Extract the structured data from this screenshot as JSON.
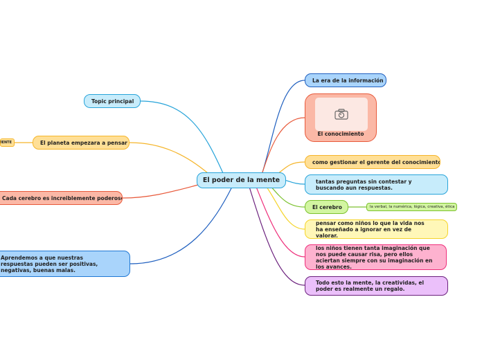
{
  "center": {
    "label": "El poder de la mente"
  },
  "left": {
    "topic": "Topic principal",
    "planeta": "El planeta empezara a pensar",
    "planeta_child": "MENTE",
    "cerebro": "Cada cerebro es increiblemente poderoso",
    "respuestas": "Aprendemos a que nuestras respuestas pueden ser positivas, negativas, buenas malas."
  },
  "right": {
    "era": "La era de la información",
    "conocimiento": "El conocimiento",
    "gestionar": "como gestionar el gerente del conocimiento",
    "preguntas": "tantas preguntas sin contestar y buscando aun respuestas.",
    "el_cerebro": "El cerebro",
    "el_cerebro_child": "la verbal, la numérica, lógica, creativa, ética",
    "ninos": "pensar como niños lo que la vida nos ha enseñado a ignorar en vez de valorar.",
    "imaginacion": "los niños tienen tanta imaginación que nos puede causar risa, pero ellos aciertan siempre con su imaginación en los avances.",
    "regalo": "Todo esto la mente, la creatividas, el poder es realmente un regalo."
  },
  "colors": {
    "blue": "#1f77d4",
    "cyan": "#26a3d9",
    "orange": "#f5b52a",
    "red": "#e8593a",
    "green": "#7cc12e",
    "pink": "#ee2e7a",
    "purple": "#6a1f7c"
  },
  "icons": {
    "image_placeholder": "camera-icon"
  }
}
